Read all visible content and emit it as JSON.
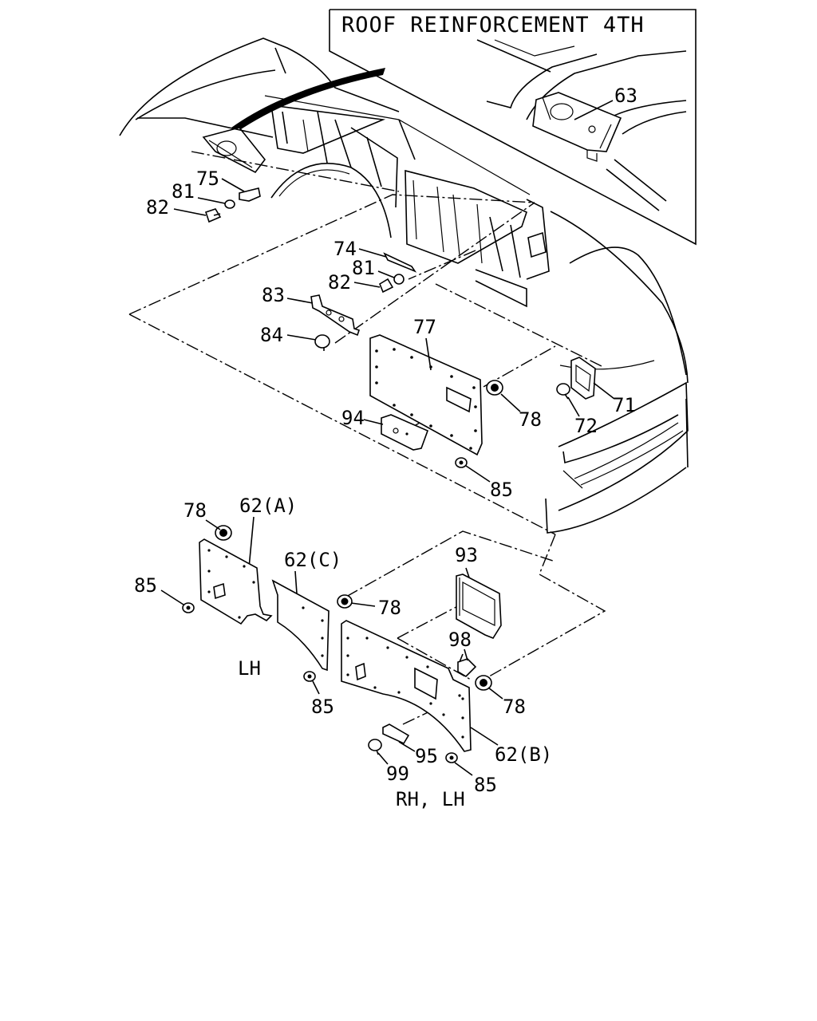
{
  "inset": {
    "title": "ROOF REINFORCEMENT 4TH"
  },
  "labels": {
    "p63": "63",
    "p75": "75",
    "p81a": "81",
    "p82a": "82",
    "p74": "74",
    "p81b": "81",
    "p82b": "82",
    "p83": "83",
    "p84": "84",
    "p77": "77",
    "p94": "94",
    "p78a": "78",
    "p85a": "85",
    "p72": "72",
    "p71": "71",
    "p78b": "78",
    "p62a": "62(A)",
    "p85b": "85",
    "p62c": "62(C)",
    "p78c": "78",
    "p93": "93",
    "p98": "98",
    "p78d": "78",
    "p85c": "85",
    "p95": "95",
    "p99": "99",
    "p85d": "85",
    "p62b": "62(B)"
  },
  "sides": {
    "lh": "LH",
    "rhlh": "RH, LH"
  }
}
